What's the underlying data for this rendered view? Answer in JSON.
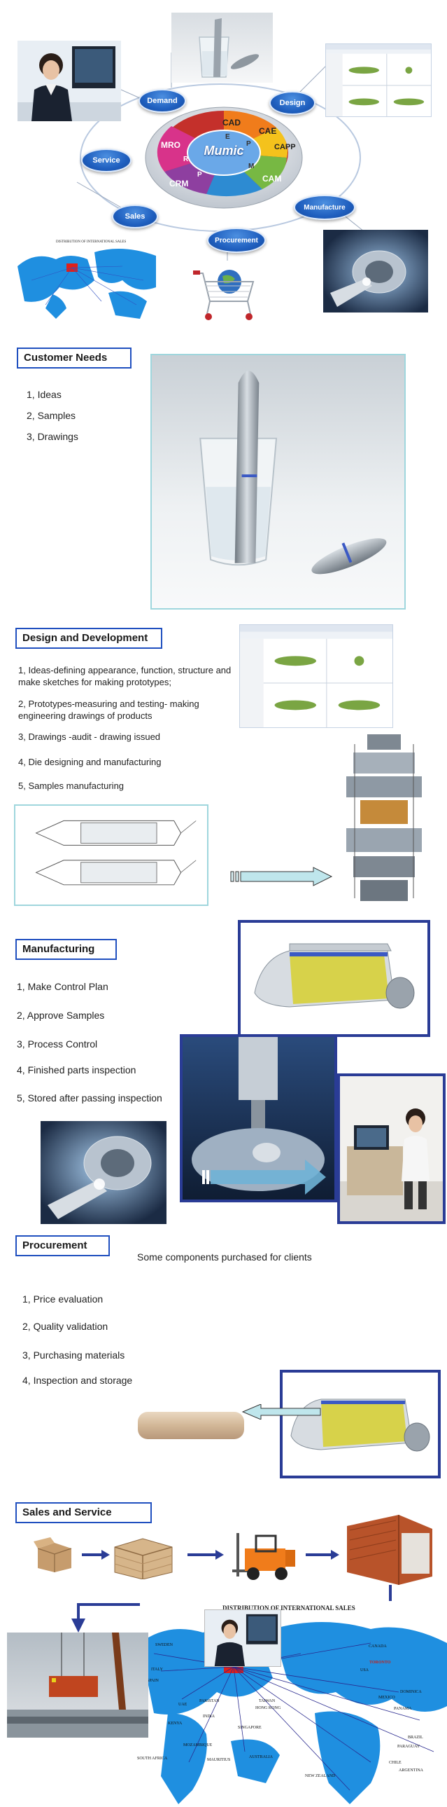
{
  "hub": {
    "center_label": "Mumic",
    "nodes": {
      "demand": "Demand",
      "design": "Design",
      "service": "Service",
      "sales": "Sales",
      "procurement": "Procurement",
      "manufacture": "Manufacture"
    },
    "ring_labels": [
      "CAD",
      "CAE",
      "CAPP",
      "CAM",
      "CRM",
      "MRO"
    ],
    "inner_letters": [
      "E",
      "P",
      "M",
      "R",
      "P"
    ],
    "map_caption": "DISTRIBUTION OF INTERNATIONAL SALES"
  },
  "customer_needs": {
    "title": "Customer Needs",
    "items": [
      "1, Ideas",
      "2, Samples",
      "3, Drawings"
    ]
  },
  "design": {
    "title": "Design and Development",
    "items": [
      "1, Ideas-defining appearance, function, structure and make sketches for making prototypes;",
      "2, Prototypes-measuring and testing- making engineering drawings of products",
      "3, Drawings -audit - drawing issued",
      "4, Die designing and manufacturing",
      "5, Samples manufacturing"
    ]
  },
  "manufacturing": {
    "title": "Manufacturing",
    "items": [
      "1, Make Control Plan",
      "2, Approve Samples",
      "3, Process Control",
      "4, Finished parts inspection",
      "5, Stored after passing inspection"
    ]
  },
  "procurement": {
    "title": "Procurement",
    "subtitle": "Some components purchased for clients",
    "items": [
      "1, Price evaluation",
      "2, Quality validation",
      "3, Purchasing materials",
      "4, Inspection and storage"
    ]
  },
  "sales": {
    "title": "Sales and Service",
    "map_caption": "DISTRIBUTION OF INTERNATIONAL SALES",
    "map_labels": [
      "CANADA",
      "TORONTO",
      "USA",
      "MEXICO",
      "DOMINICA",
      "PANAMA",
      "BRAZIL",
      "PARAGUAY",
      "CHILE",
      "ARGENTINA",
      "SWEDEN",
      "ITALY",
      "SPAIN",
      "UAE",
      "PAKISTAN",
      "TAIWAN",
      "HONG KONG",
      "INDIA",
      "SINGAPORE",
      "KENYA",
      "MOZAMBIQUE",
      "MAURITIUS",
      "SOUTH AFRICA",
      "AUSTRALIA",
      "NEW ZEALAND"
    ]
  },
  "colors": {
    "title_border": "#1f4fbf",
    "frame_dark_blue": "#2a3c96",
    "frame_light": "#9fd6dd",
    "arrow_blue": "#2a3c96",
    "map_ocean": "#ffffff",
    "map_land": "#1f8fe0",
    "map_china": "#e0201a",
    "hub_pill": "#1f5fbf"
  }
}
